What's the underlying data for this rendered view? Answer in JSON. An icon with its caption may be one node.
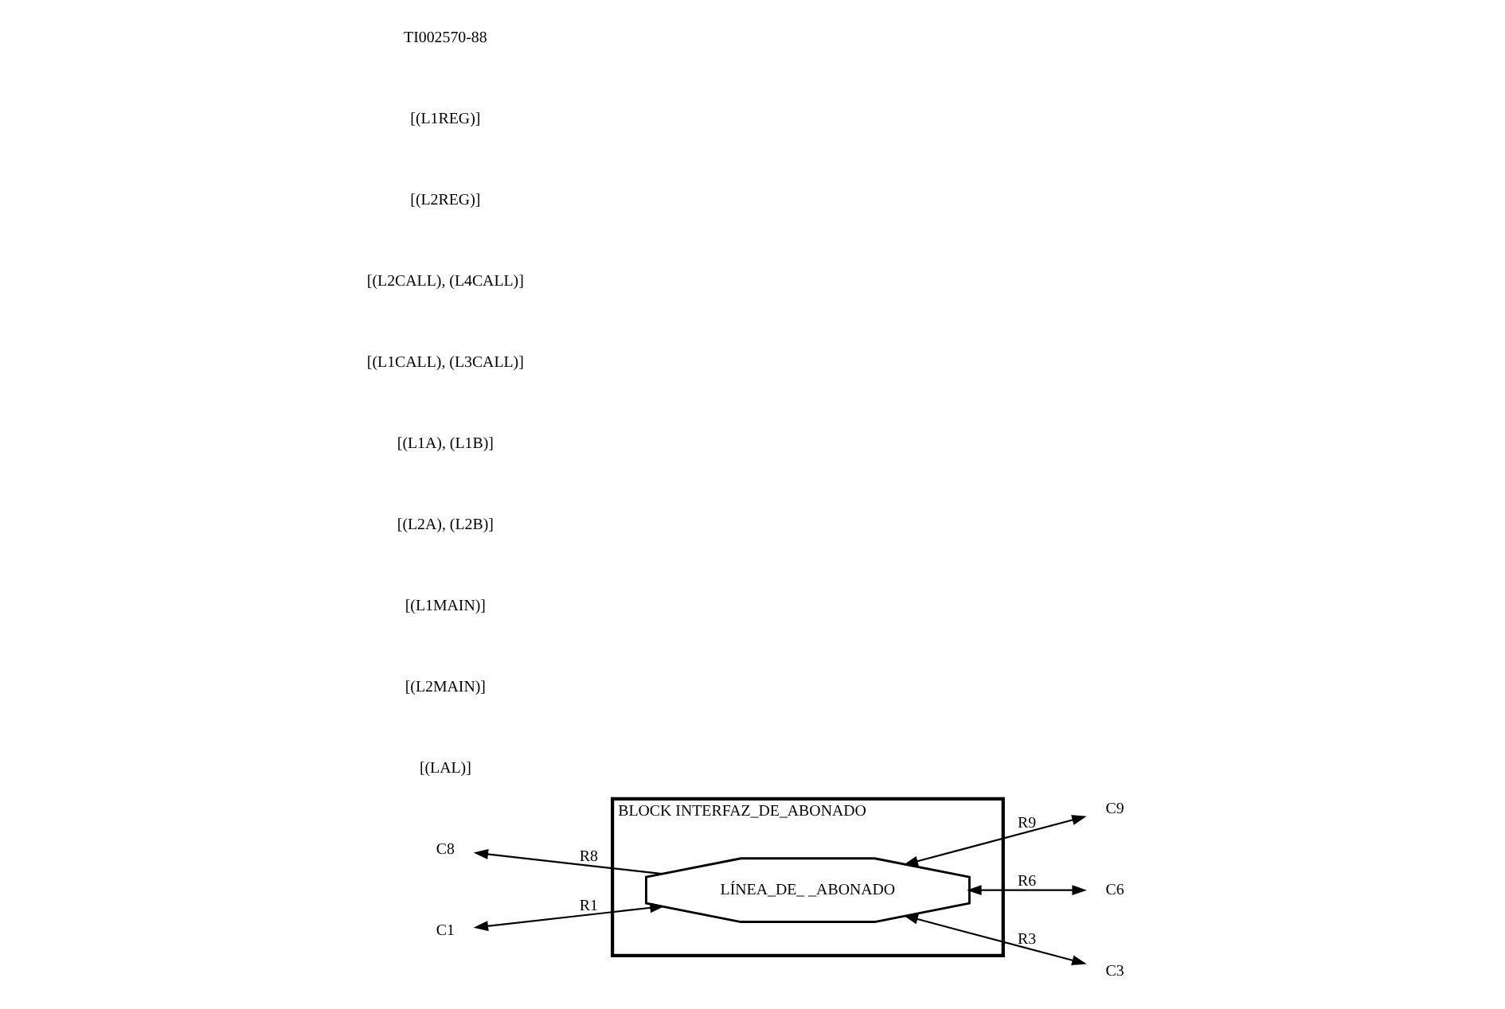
{
  "diagram": {
    "nodes": [
      {
        "text": [
          "BLOCK INTERFAZ_DE_ABONADO"
        ]
      },
      {
        "text": [
          "C8"
        ]
      },
      {
        "text": [
          "C9"
        ]
      },
      {
        "text": [
          "LÍNEA_DE_ _ABONADO"
        ],
        "in": 0
      },
      {
        "text": [
          "C1"
        ]
      },
      {
        "text": [
          "C6"
        ]
      },
      {
        "text": [
          "C3"
        ]
      }
    ],
    "edges": [
      {
        "from": 3,
        "to": 1,
        "arrow": "to",
        "label": "R8"
      },
      {
        "from": 3,
        "to": 2,
        "arrow": "both",
        "label": "R9"
      },
      {
        "from": 4,
        "to": 3,
        "arrow": "both",
        "label": "R1"
      },
      {
        "from": 3,
        "to": 5,
        "arrow": "both",
        "label": "R6"
      },
      {
        "from": 3,
        "to": 6,
        "arrow": "both",
        "label": "R3"
      }
    ],
    "labels": [
      "[(LAL)]",
      "[(L2MAIN)]",
      "[(L1MAIN)]",
      "[(L2A), (L2B)]",
      "[(L1A), (L1B)]",
      "[(L1CALL), (L3CALL)]",
      "[(L2CALL), (L4CALL)]",
      "[(L2REG)]",
      "[(L1REG)]",
      "TI002570-88"
    ]
  }
}
